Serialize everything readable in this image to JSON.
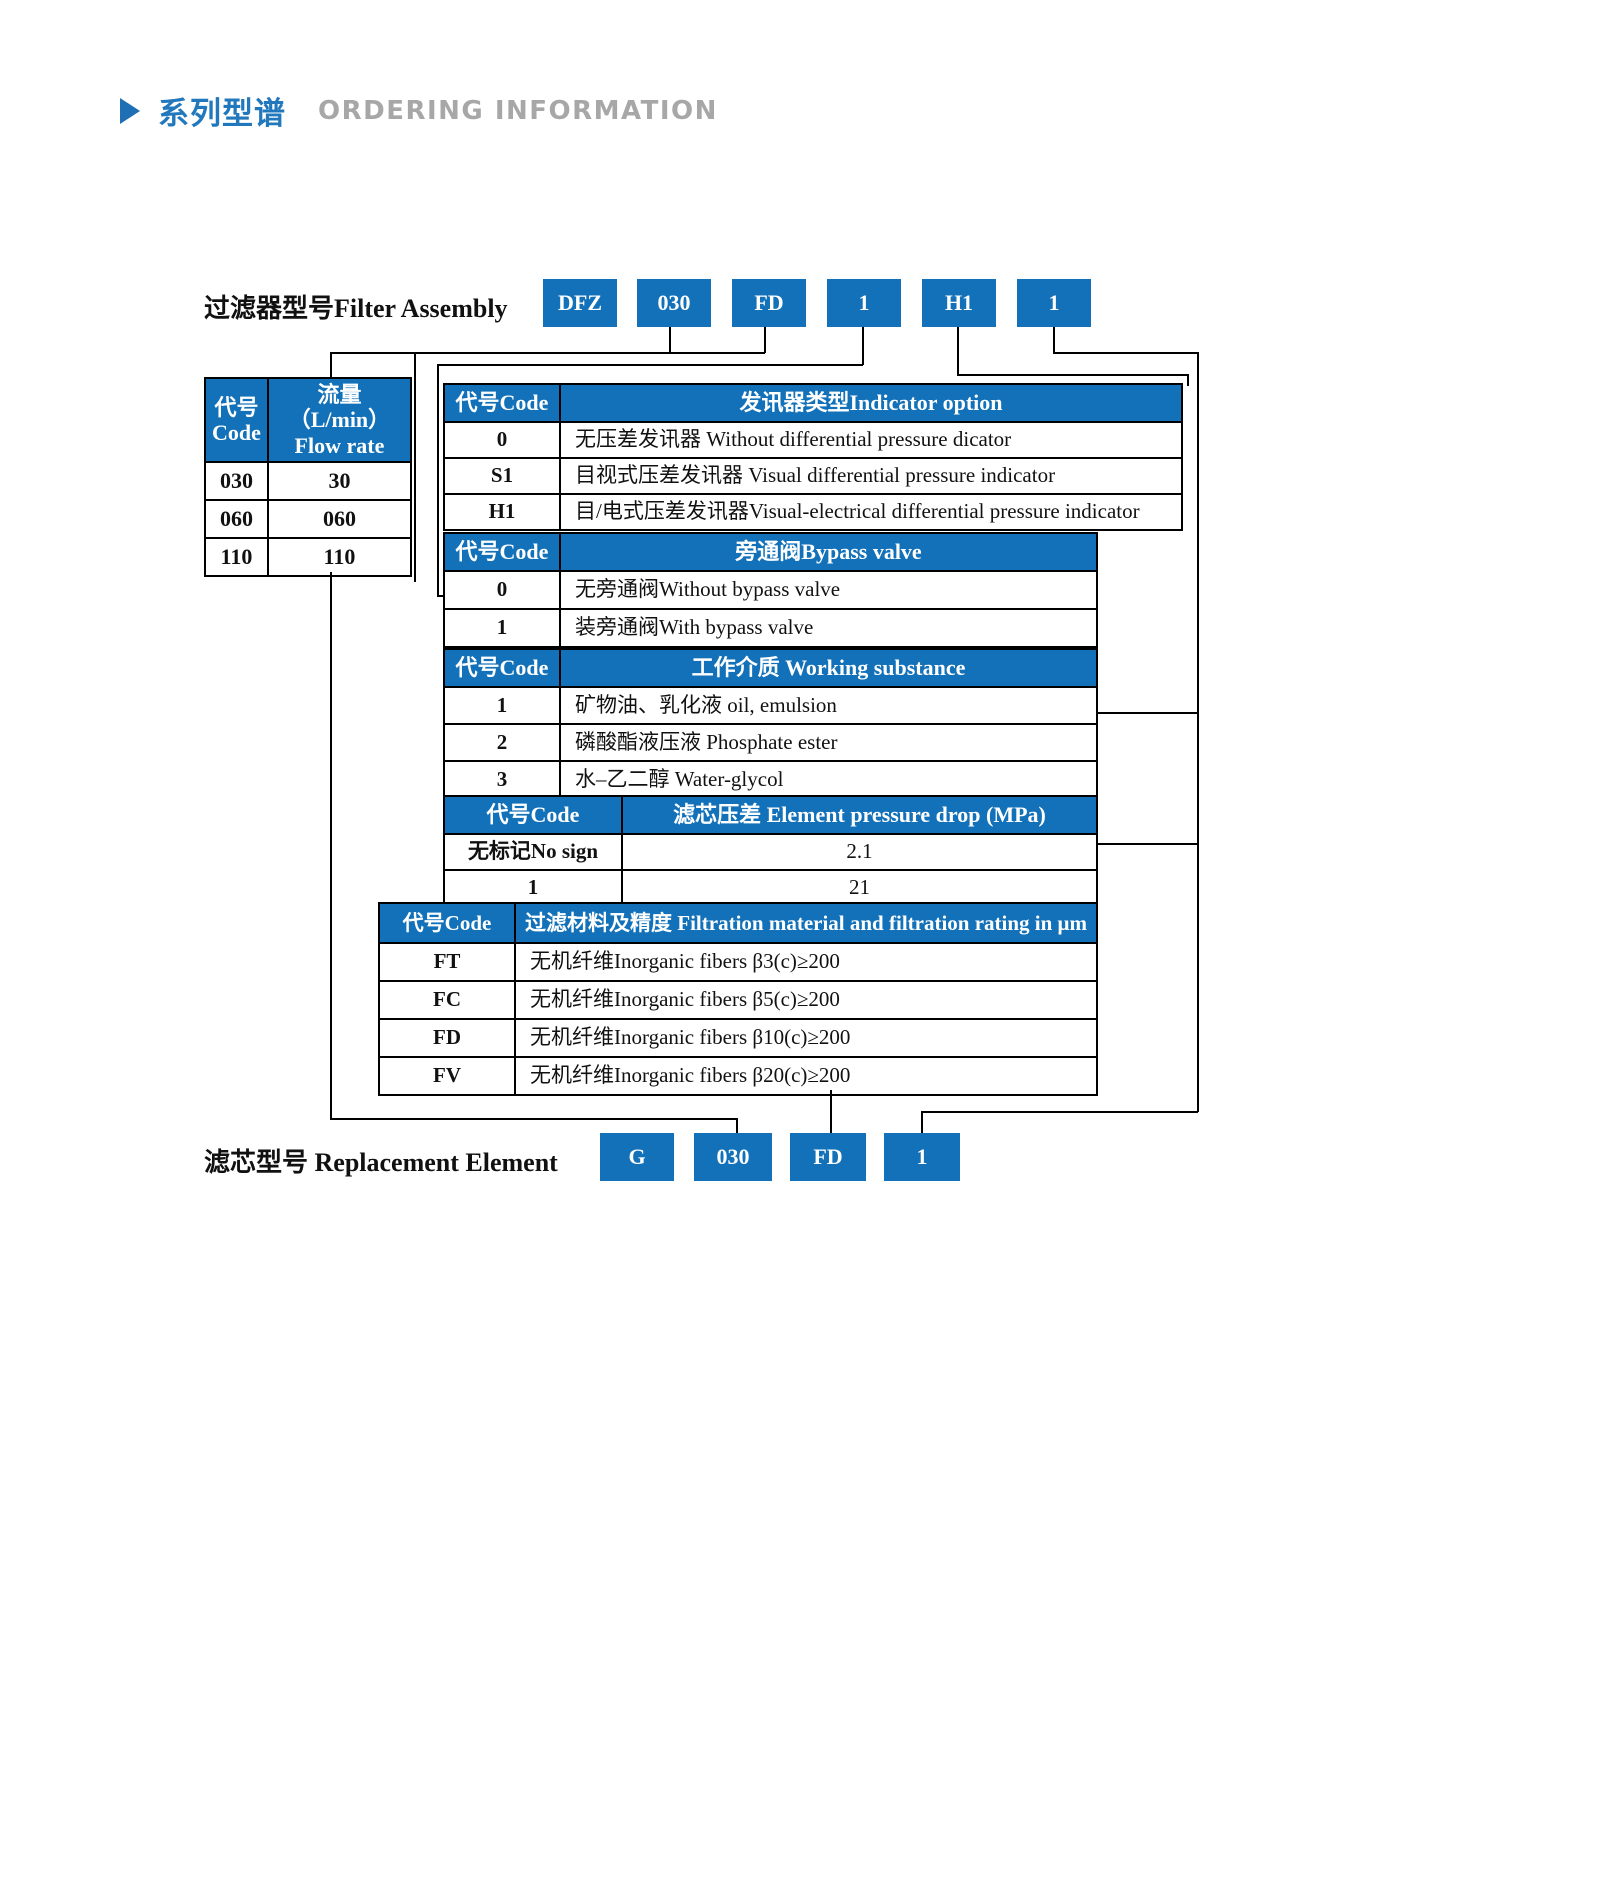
{
  "header": {
    "arrow_icon": "triangle-right-icon",
    "title_cn": "系列型谱",
    "title_en": "ORDERING INFORMATION"
  },
  "colors": {
    "accent_blue": "#1271b8",
    "header_blue": "#2178bd",
    "header_gray": "#a7a7a7",
    "border_black": "#000000"
  },
  "filter_assembly": {
    "label": "过滤器型号Filter Assembly",
    "codes": [
      "DFZ",
      "030",
      "FD",
      "1",
      "H1",
      "1"
    ]
  },
  "replacement_element": {
    "label": "滤芯型号 Replacement Element",
    "codes": [
      "G",
      "030",
      "FD",
      "1"
    ]
  },
  "flow_table": {
    "headers": [
      "代号\nCode",
      "流量（L/min）\nFlow rate"
    ],
    "header_code_cn": "代号",
    "header_code_en": "Code",
    "header_flow_cn": "流量（L/min）",
    "header_flow_en": "Flow rate",
    "rows": [
      {
        "code": "030",
        "flow": "30"
      },
      {
        "code": "060",
        "flow": "060"
      },
      {
        "code": "110",
        "flow": "110"
      }
    ]
  },
  "indicator_table": {
    "header_code": "代号Code",
    "header_title": "发讯器类型Indicator option",
    "rows": [
      {
        "code": "0",
        "desc": "无压差发讯器 Without differential pressure dicator"
      },
      {
        "code": "S1",
        "desc": "目视式压差发讯器 Visual differential pressure indicator"
      },
      {
        "code": "H1",
        "desc": "目/电式压差发讯器Visual-electrical differential pressure indicator"
      }
    ]
  },
  "bypass_table": {
    "header_code": "代号Code",
    "header_title": "旁通阀Bypass valve",
    "rows": [
      {
        "code": "0",
        "desc": "无旁通阀Without bypass valve"
      },
      {
        "code": "1",
        "desc": "装旁通阀With bypass valve"
      }
    ]
  },
  "substance_table": {
    "header_code": "代号Code",
    "header_title": "工作介质 Working substance",
    "rows": [
      {
        "code": "1",
        "desc": "矿物油、乳化液 oil, emulsion"
      },
      {
        "code": "2",
        "desc": "磷酸酯液压液 Phosphate ester"
      },
      {
        "code": "3",
        "desc": "水–乙二醇 Water-glycol"
      }
    ]
  },
  "pressure_drop_table": {
    "header_code": "代号Code",
    "header_title": "滤芯压差 Element pressure drop (MPa)",
    "rows": [
      {
        "code": "无标记No sign",
        "value": "2.1"
      },
      {
        "code": "1",
        "value": "21"
      }
    ]
  },
  "material_table": {
    "header_code": "代号Code",
    "header_title": "过滤材料及精度 Filtration material and filtration rating in μm",
    "rows": [
      {
        "code": "FT",
        "desc": "无机纤维Inorganic fibers β3(c)≥200"
      },
      {
        "code": "FC",
        "desc": "无机纤维Inorganic fibers β5(c)≥200"
      },
      {
        "code": "FD",
        "desc": "无机纤维Inorganic fibers β10(c)≥200"
      },
      {
        "code": "FV",
        "desc": "无机纤维Inorganic fibers β20(c)≥200"
      }
    ]
  }
}
